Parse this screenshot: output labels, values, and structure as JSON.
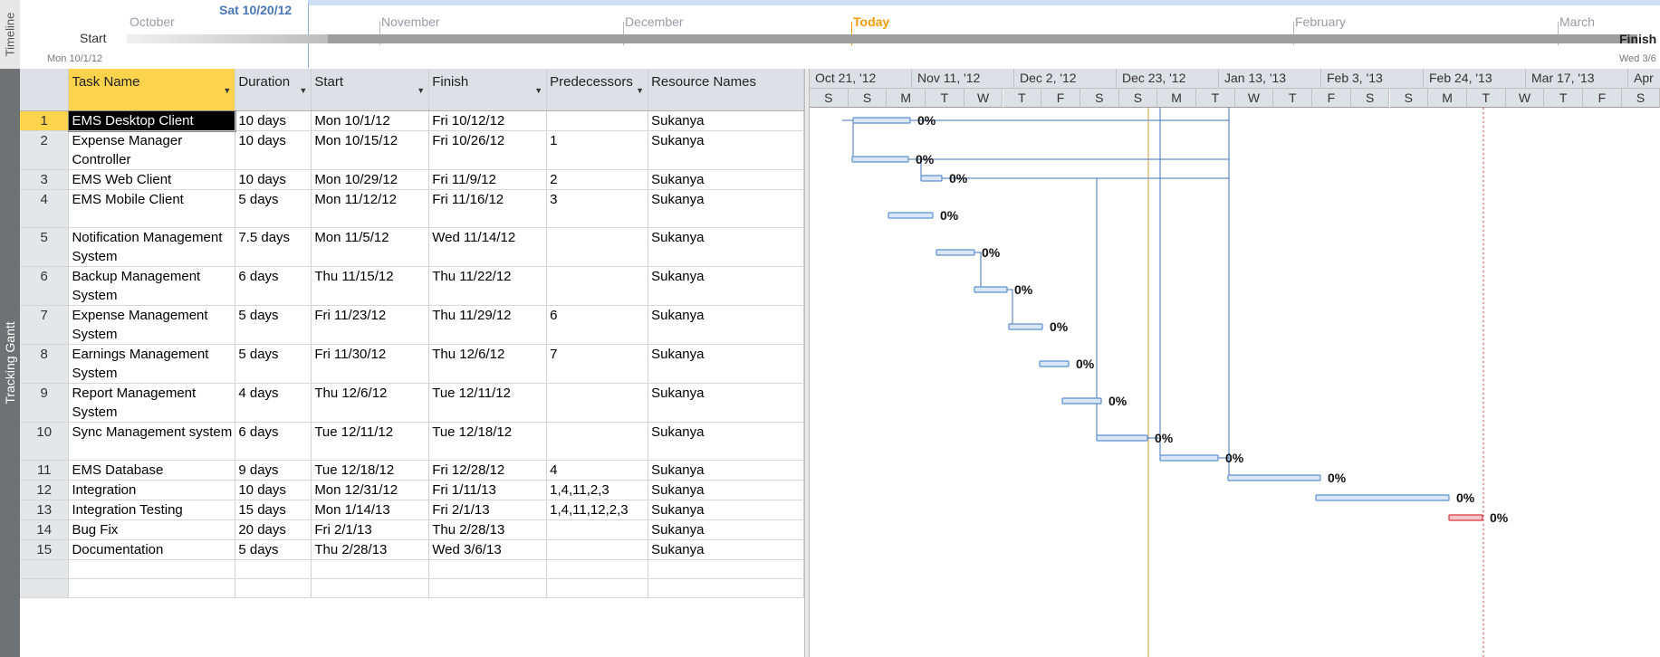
{
  "view_bars": {
    "timeline": "Timeline",
    "gantt": "Tracking Gantt"
  },
  "timeline": {
    "current_date": "Sat 10/20/12",
    "start_label": "Start",
    "start_date": "Mon 10/1/12",
    "finish_label": "Finish",
    "finish_date": "Wed 3/6",
    "months": [
      "October",
      "November",
      "December",
      "Today",
      "February",
      "March"
    ]
  },
  "grid": {
    "columns": [
      "Task Name",
      "Duration",
      "Start",
      "Finish",
      "Predecessors",
      "Resource Names"
    ],
    "tasks": [
      {
        "id": "1",
        "name": "EMS Desktop Client",
        "duration": "10 days",
        "start": "Mon 10/1/12",
        "finish": "Fri 10/12/12",
        "pred": "",
        "res": "Sukanya"
      },
      {
        "id": "2",
        "name": "Expense Manager Controller",
        "duration": "10 days",
        "start": "Mon 10/15/12",
        "finish": "Fri 10/26/12",
        "pred": "1",
        "res": "Sukanya"
      },
      {
        "id": "3",
        "name": "EMS Web Client",
        "duration": "10 days",
        "start": "Mon 10/29/12",
        "finish": "Fri 11/9/12",
        "pred": "2",
        "res": "Sukanya"
      },
      {
        "id": "4",
        "name": "EMS Mobile Client",
        "duration": "5 days",
        "start": "Mon 11/12/12",
        "finish": "Fri 11/16/12",
        "pred": "3",
        "res": "Sukanya"
      },
      {
        "id": "5",
        "name": "Notification Management System",
        "duration": "7.5 days",
        "start": "Mon 11/5/12",
        "finish": "Wed 11/14/12",
        "pred": "",
        "res": "Sukanya"
      },
      {
        "id": "6",
        "name": "Backup Management System",
        "duration": "6 days",
        "start": "Thu 11/15/12",
        "finish": "Thu 11/22/12",
        "pred": "",
        "res": "Sukanya"
      },
      {
        "id": "7",
        "name": "Expense Management System",
        "duration": "5 days",
        "start": "Fri 11/23/12",
        "finish": "Thu 11/29/12",
        "pred": "6",
        "res": "Sukanya"
      },
      {
        "id": "8",
        "name": "Earnings Management System",
        "duration": "5 days",
        "start": "Fri 11/30/12",
        "finish": "Thu 12/6/12",
        "pred": "7",
        "res": "Sukanya"
      },
      {
        "id": "9",
        "name": "Report Management System",
        "duration": "4 days",
        "start": "Thu 12/6/12",
        "finish": "Tue 12/11/12",
        "pred": "",
        "res": "Sukanya"
      },
      {
        "id": "10",
        "name": "Sync Management system",
        "duration": "6 days",
        "start": "Tue 12/11/12",
        "finish": "Tue 12/18/12",
        "pred": "",
        "res": "Sukanya"
      },
      {
        "id": "11",
        "name": "EMS Database",
        "duration": "9 days",
        "start": "Tue 12/18/12",
        "finish": "Fri 12/28/12",
        "pred": "4",
        "res": "Sukanya"
      },
      {
        "id": "12",
        "name": "Integration",
        "duration": "10 days",
        "start": "Mon 12/31/12",
        "finish": "Fri 1/11/13",
        "pred": "1,4,11,2,3",
        "res": "Sukanya"
      },
      {
        "id": "13",
        "name": "Integration Testing",
        "duration": "15 days",
        "start": "Mon 1/14/13",
        "finish": "Fri 2/1/13",
        "pred": "1,4,11,12,2,3",
        "res": "Sukanya"
      },
      {
        "id": "14",
        "name": "Bug Fix",
        "duration": "20 days",
        "start": "Fri 2/1/13",
        "finish": "Thu 2/28/13",
        "pred": "",
        "res": "Sukanya"
      },
      {
        "id": "15",
        "name": "Documentation",
        "duration": "5 days",
        "start": "Thu 2/28/13",
        "finish": "Wed 3/6/13",
        "pred": "",
        "res": "Sukanya"
      }
    ]
  },
  "chart": {
    "weeks": [
      "Oct 21, '12",
      "Nov 11, '12",
      "Dec 2, '12",
      "Dec 23, '12",
      "Jan 13, '13",
      "Feb 3, '13",
      "Feb 24, '13",
      "Mar 17, '13",
      "Apr"
    ],
    "days": [
      "S",
      "S",
      "M",
      "T",
      "W",
      "T",
      "F",
      "S",
      "S",
      "M",
      "T",
      "W",
      "T",
      "F",
      "S",
      "S",
      "M",
      "T",
      "W",
      "T",
      "F",
      "S"
    ],
    "percent": "0%",
    "colors": {
      "bar": "#5b8fd1",
      "critical": "#d9383a",
      "today_line": "#e8b87a",
      "link": "#3f73b8"
    }
  }
}
